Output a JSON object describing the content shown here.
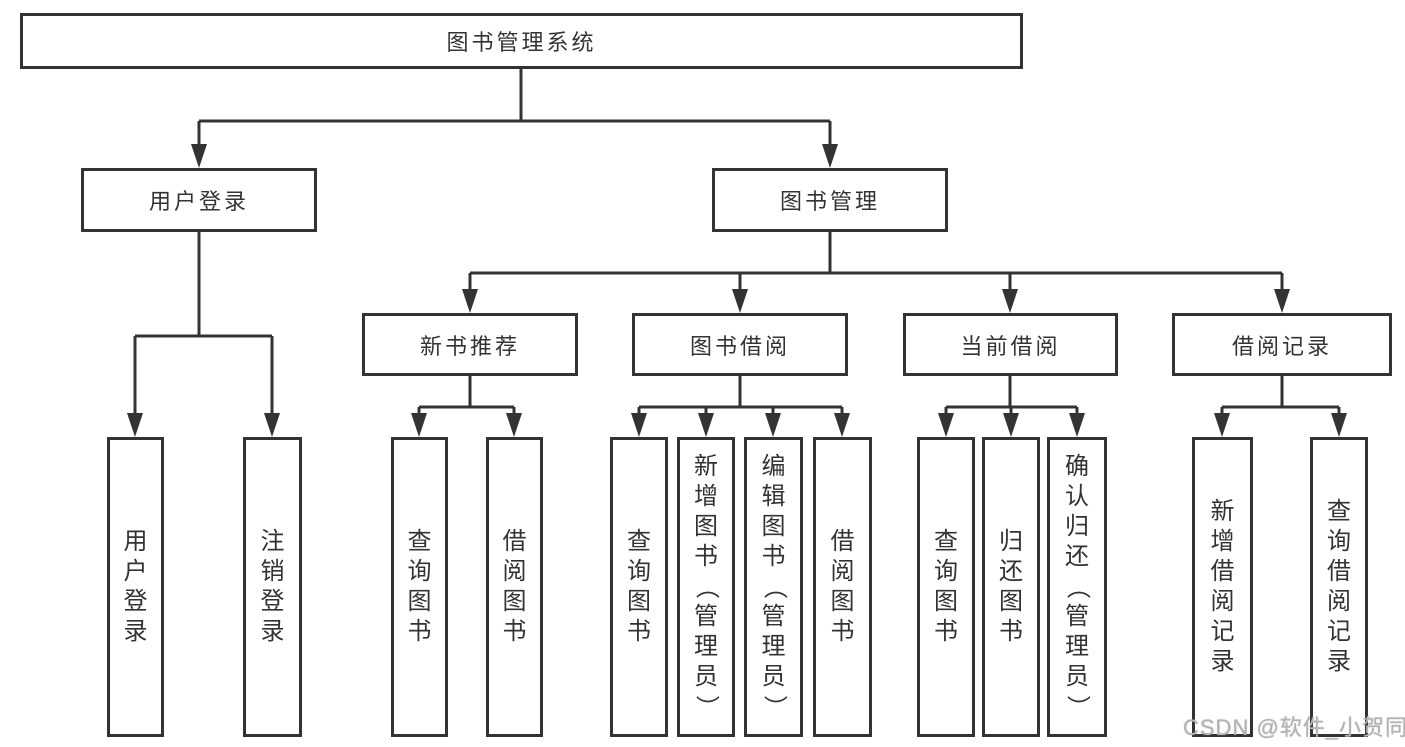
{
  "colors": {
    "line": "#333333",
    "text": "#333333",
    "watermark": "#b4b4b4"
  },
  "tree": {
    "root": {
      "label": "图书管理系统"
    },
    "branches": [
      {
        "id": "user-login",
        "label": "用户登录",
        "leaves": [
          {
            "label": "用户登录"
          },
          {
            "label": "注销登录"
          }
        ]
      },
      {
        "id": "book-management",
        "label": "图书管理",
        "leaves": []
      },
      {
        "id": "new-book-recommend",
        "label": "新书推荐",
        "leaves": [
          {
            "label": "查询图书"
          },
          {
            "label": "借阅图书"
          }
        ]
      },
      {
        "id": "book-borrow",
        "label": "图书借阅",
        "leaves": [
          {
            "label": "查询图书"
          },
          {
            "label": "新增图书（管理员）"
          },
          {
            "label": "编辑图书（管理员）"
          },
          {
            "label": "借阅图书"
          }
        ]
      },
      {
        "id": "current-borrow",
        "label": "当前借阅",
        "leaves": [
          {
            "label": "查询图书"
          },
          {
            "label": "归还图书"
          },
          {
            "label": "确认归还（管理员）"
          }
        ]
      },
      {
        "id": "borrow-records",
        "label": "借阅记录",
        "leaves": [
          {
            "label": "新增借阅记录"
          },
          {
            "label": "查询借阅记录"
          }
        ]
      }
    ]
  },
  "watermark": {
    "text": "CSDN @软件_小贺同学"
  }
}
